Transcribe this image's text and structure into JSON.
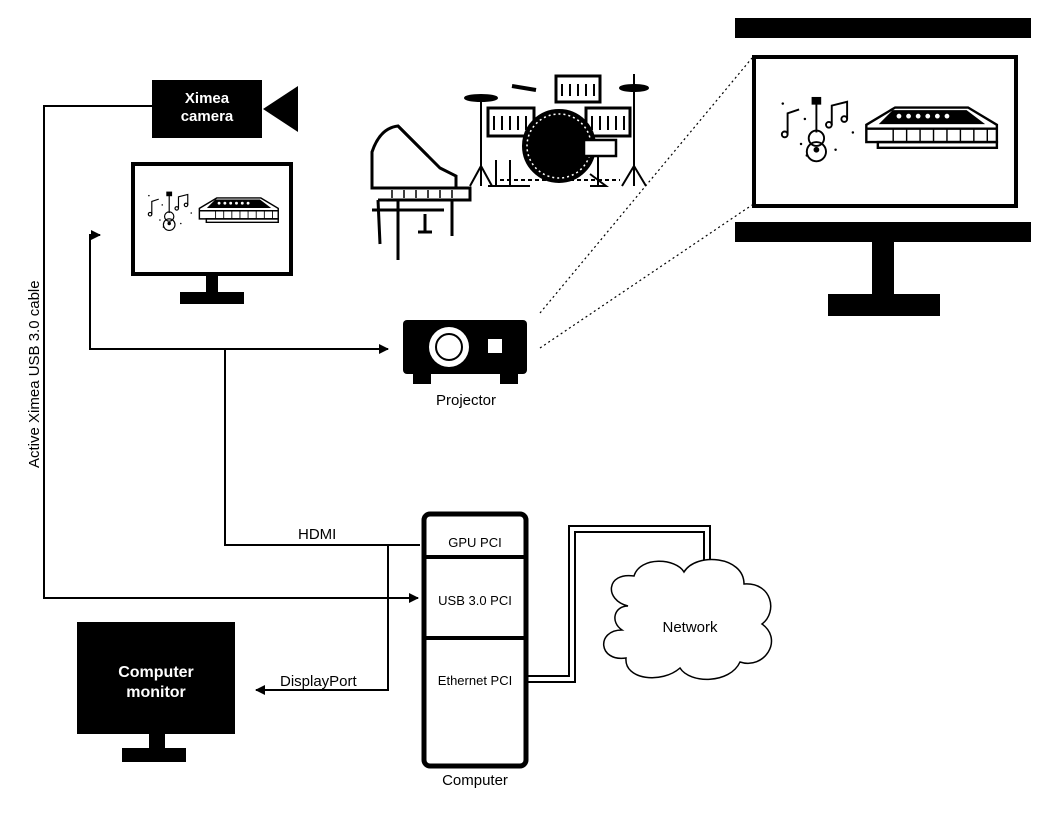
{
  "labels": {
    "camera_line1": "Ximea",
    "camera_line2": "camera",
    "usb_cable": "Active Ximea USB 3.0 cable",
    "projector": "Projector",
    "hdmi": "HDMI",
    "gpu_pci": "GPU PCI",
    "usb_pci": "USB 3.0 PCI",
    "ethernet_pci": "Ethernet PCI",
    "computer": "Computer",
    "network": "Network",
    "displayport": "DisplayPort",
    "monitor_line1": "Computer",
    "monitor_line2": "monitor"
  },
  "colors": {
    "line": "#000000",
    "fill_dark": "#000000",
    "cloud": "#ffffff"
  },
  "icons": [
    "camera-icon",
    "display-icon",
    "projector-icon",
    "piano-icon",
    "drum-kit-icon",
    "guitar-icon",
    "synthesizer-icon",
    "network-cloud-icon",
    "computer-tower-icon"
  ]
}
